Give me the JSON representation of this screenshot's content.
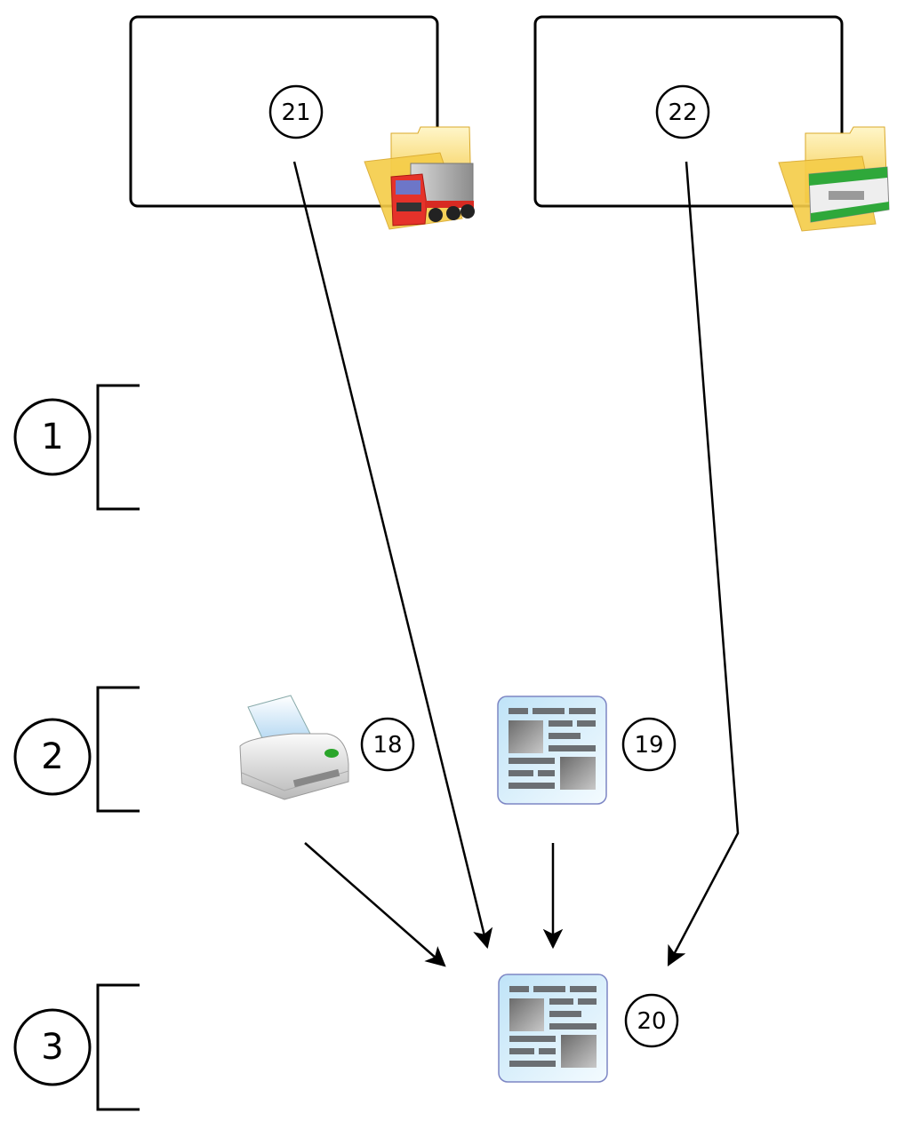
{
  "diagram": {
    "stages": [
      {
        "id": "stage-1",
        "label": "1"
      },
      {
        "id": "stage-2",
        "label": "2"
      },
      {
        "id": "stage-3",
        "label": "3"
      }
    ],
    "containers": [
      {
        "id": "box-21",
        "label": "21",
        "icon": "folder-truck-icon"
      },
      {
        "id": "box-22",
        "label": "22",
        "icon": "folder-package-icon"
      }
    ],
    "nodes": [
      {
        "id": "node-18",
        "label": "18",
        "icon": "printer-icon"
      },
      {
        "id": "node-19",
        "label": "19",
        "icon": "document-layout-icon"
      },
      {
        "id": "node-20",
        "label": "20",
        "icon": "document-layout-icon"
      }
    ],
    "edges": [
      {
        "from": "21",
        "to": "20"
      },
      {
        "from": "22",
        "to": "20"
      },
      {
        "from": "18",
        "to": "20"
      },
      {
        "from": "19",
        "to": "20"
      }
    ],
    "colors": {
      "stroke": "#000000",
      "folder": "#f7d35a",
      "truck_cab": "#e5322a",
      "package_green": "#2fa83a",
      "doc_bg": "#d7ecf8",
      "doc_bar": "#6b6f73"
    }
  }
}
